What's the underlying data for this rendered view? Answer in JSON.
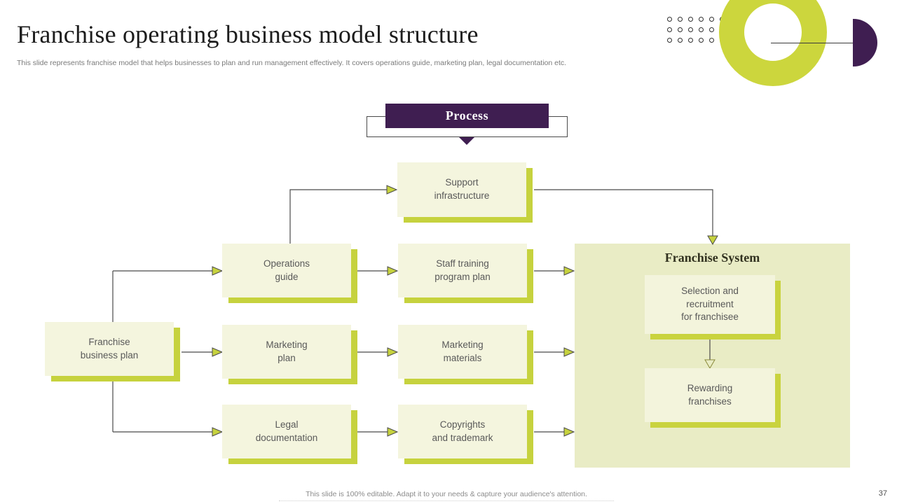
{
  "slide": {
    "title": "Franchise operating business model structure",
    "subtitle": "This slide represents franchise model that helps businesses to plan and run management effectively. It covers operations guide, marketing plan, legal documentation etc.",
    "footer_note": "This slide is 100% editable. Adapt it to your needs & capture your audience's attention.",
    "page_number": "37"
  },
  "process": {
    "label": "Process"
  },
  "nodes": {
    "support": {
      "label": "Support\ninfrastructure"
    },
    "operations": {
      "label": "Operations\nguide"
    },
    "staff_training": {
      "label": "Staff training\nprogram plan"
    },
    "business_plan": {
      "label": "Franchise\nbusiness plan"
    },
    "marketing_plan": {
      "label": "Marketing\nplan"
    },
    "marketing_materials": {
      "label": "Marketing\nmaterials"
    },
    "legal": {
      "label": "Legal\ndocumentation"
    },
    "copyrights": {
      "label": "Copyrights\nand trademark"
    }
  },
  "franchise_system": {
    "title": "Franchise System",
    "selection": {
      "label": "Selection and\nrecruitment\nfor franchisee"
    },
    "rewarding": {
      "label": "Rewarding\nfranchises"
    }
  },
  "colors": {
    "accent_lime": "#ccd63d",
    "shadow_lime": "#c6d23e",
    "accent_purple": "#3f1e51",
    "panel_fill": "#e9ecc5",
    "box_fill": "#f4f5de",
    "node_text": "#595959",
    "connector": "#4a4a4a"
  }
}
